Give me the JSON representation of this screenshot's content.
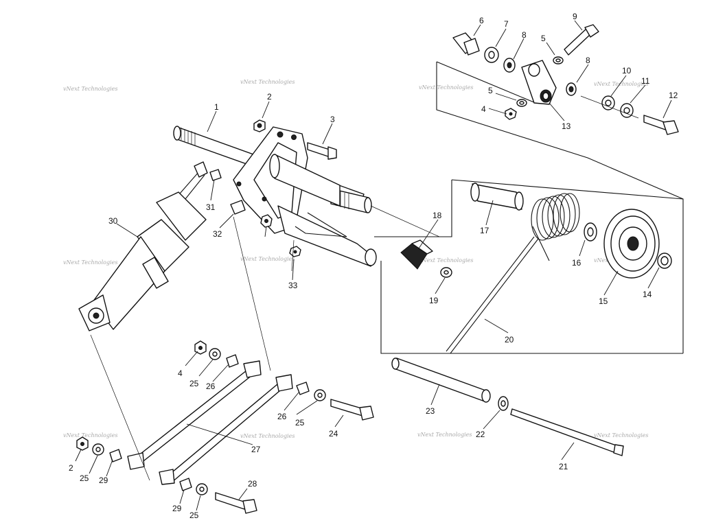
{
  "diagram": {
    "watermark_text": "vNext Technologies",
    "labels": {
      "l1": "1",
      "l2a": "2",
      "l2b": "2",
      "l3": "3",
      "l4a": "4",
      "l4b": "4",
      "l5a": "5",
      "l5b": "5",
      "l6": "6",
      "l7": "7",
      "l8a": "8",
      "l8b": "8",
      "l9": "9",
      "l10": "10",
      "l11": "11",
      "l12": "12",
      "l13": "13",
      "l14": "14",
      "l15": "15",
      "l16": "16",
      "l17": "17",
      "l18": "18",
      "l19": "19",
      "l20": "20",
      "l21": "21",
      "l22": "22",
      "l23": "23",
      "l24": "24",
      "l25a": "25",
      "l25b": "25",
      "l25c": "25",
      "l25d": "25",
      "l26a": "26",
      "l26b": "26",
      "l27": "27",
      "l28": "28",
      "l29a": "29",
      "l29b": "29",
      "l30": "30",
      "l31": "31",
      "l32": "32",
      "l33": "33"
    }
  }
}
